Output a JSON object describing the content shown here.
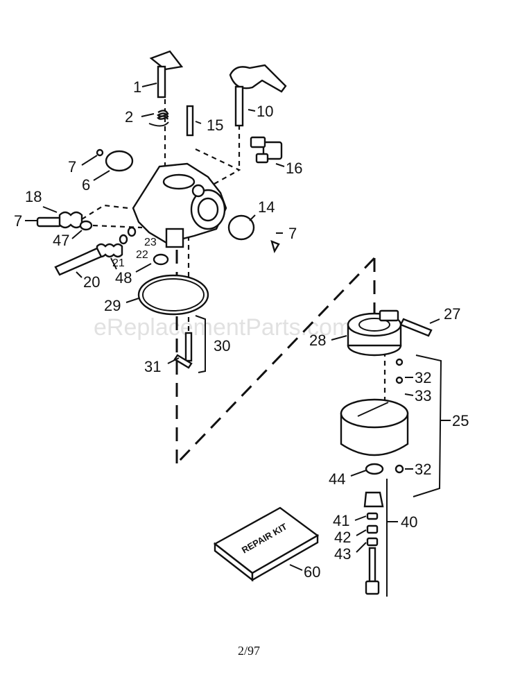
{
  "diagram": {
    "watermark": "eReplacementParts.com",
    "footer_code": "2/97",
    "repair_kit_text": "REPAIR KIT",
    "callouts": [
      {
        "id": "c1",
        "text": "1"
      },
      {
        "id": "c2",
        "text": "2"
      },
      {
        "id": "c10",
        "text": "10"
      },
      {
        "id": "c15",
        "text": "15"
      },
      {
        "id": "c7a",
        "text": "7"
      },
      {
        "id": "c6",
        "text": "6"
      },
      {
        "id": "c16",
        "text": "16"
      },
      {
        "id": "c18",
        "text": "18"
      },
      {
        "id": "c7b",
        "text": "7"
      },
      {
        "id": "c14",
        "text": "14"
      },
      {
        "id": "c47",
        "text": "47"
      },
      {
        "id": "c23",
        "text": "23"
      },
      {
        "id": "c7c",
        "text": "7"
      },
      {
        "id": "c22",
        "text": "22"
      },
      {
        "id": "c21",
        "text": "21"
      },
      {
        "id": "c20",
        "text": "20"
      },
      {
        "id": "c48",
        "text": "48"
      },
      {
        "id": "c29",
        "text": "29"
      },
      {
        "id": "c27",
        "text": "27"
      },
      {
        "id": "c30",
        "text": "30"
      },
      {
        "id": "c28",
        "text": "28"
      },
      {
        "id": "c31",
        "text": "31"
      },
      {
        "id": "c32a",
        "text": "32"
      },
      {
        "id": "c33",
        "text": "33"
      },
      {
        "id": "c25",
        "text": "25"
      },
      {
        "id": "c32b",
        "text": "32"
      },
      {
        "id": "c44",
        "text": "44"
      },
      {
        "id": "c40",
        "text": "40"
      },
      {
        "id": "c41",
        "text": "41"
      },
      {
        "id": "c42",
        "text": "42"
      },
      {
        "id": "c43",
        "text": "43"
      },
      {
        "id": "c60",
        "text": "60"
      }
    ]
  }
}
